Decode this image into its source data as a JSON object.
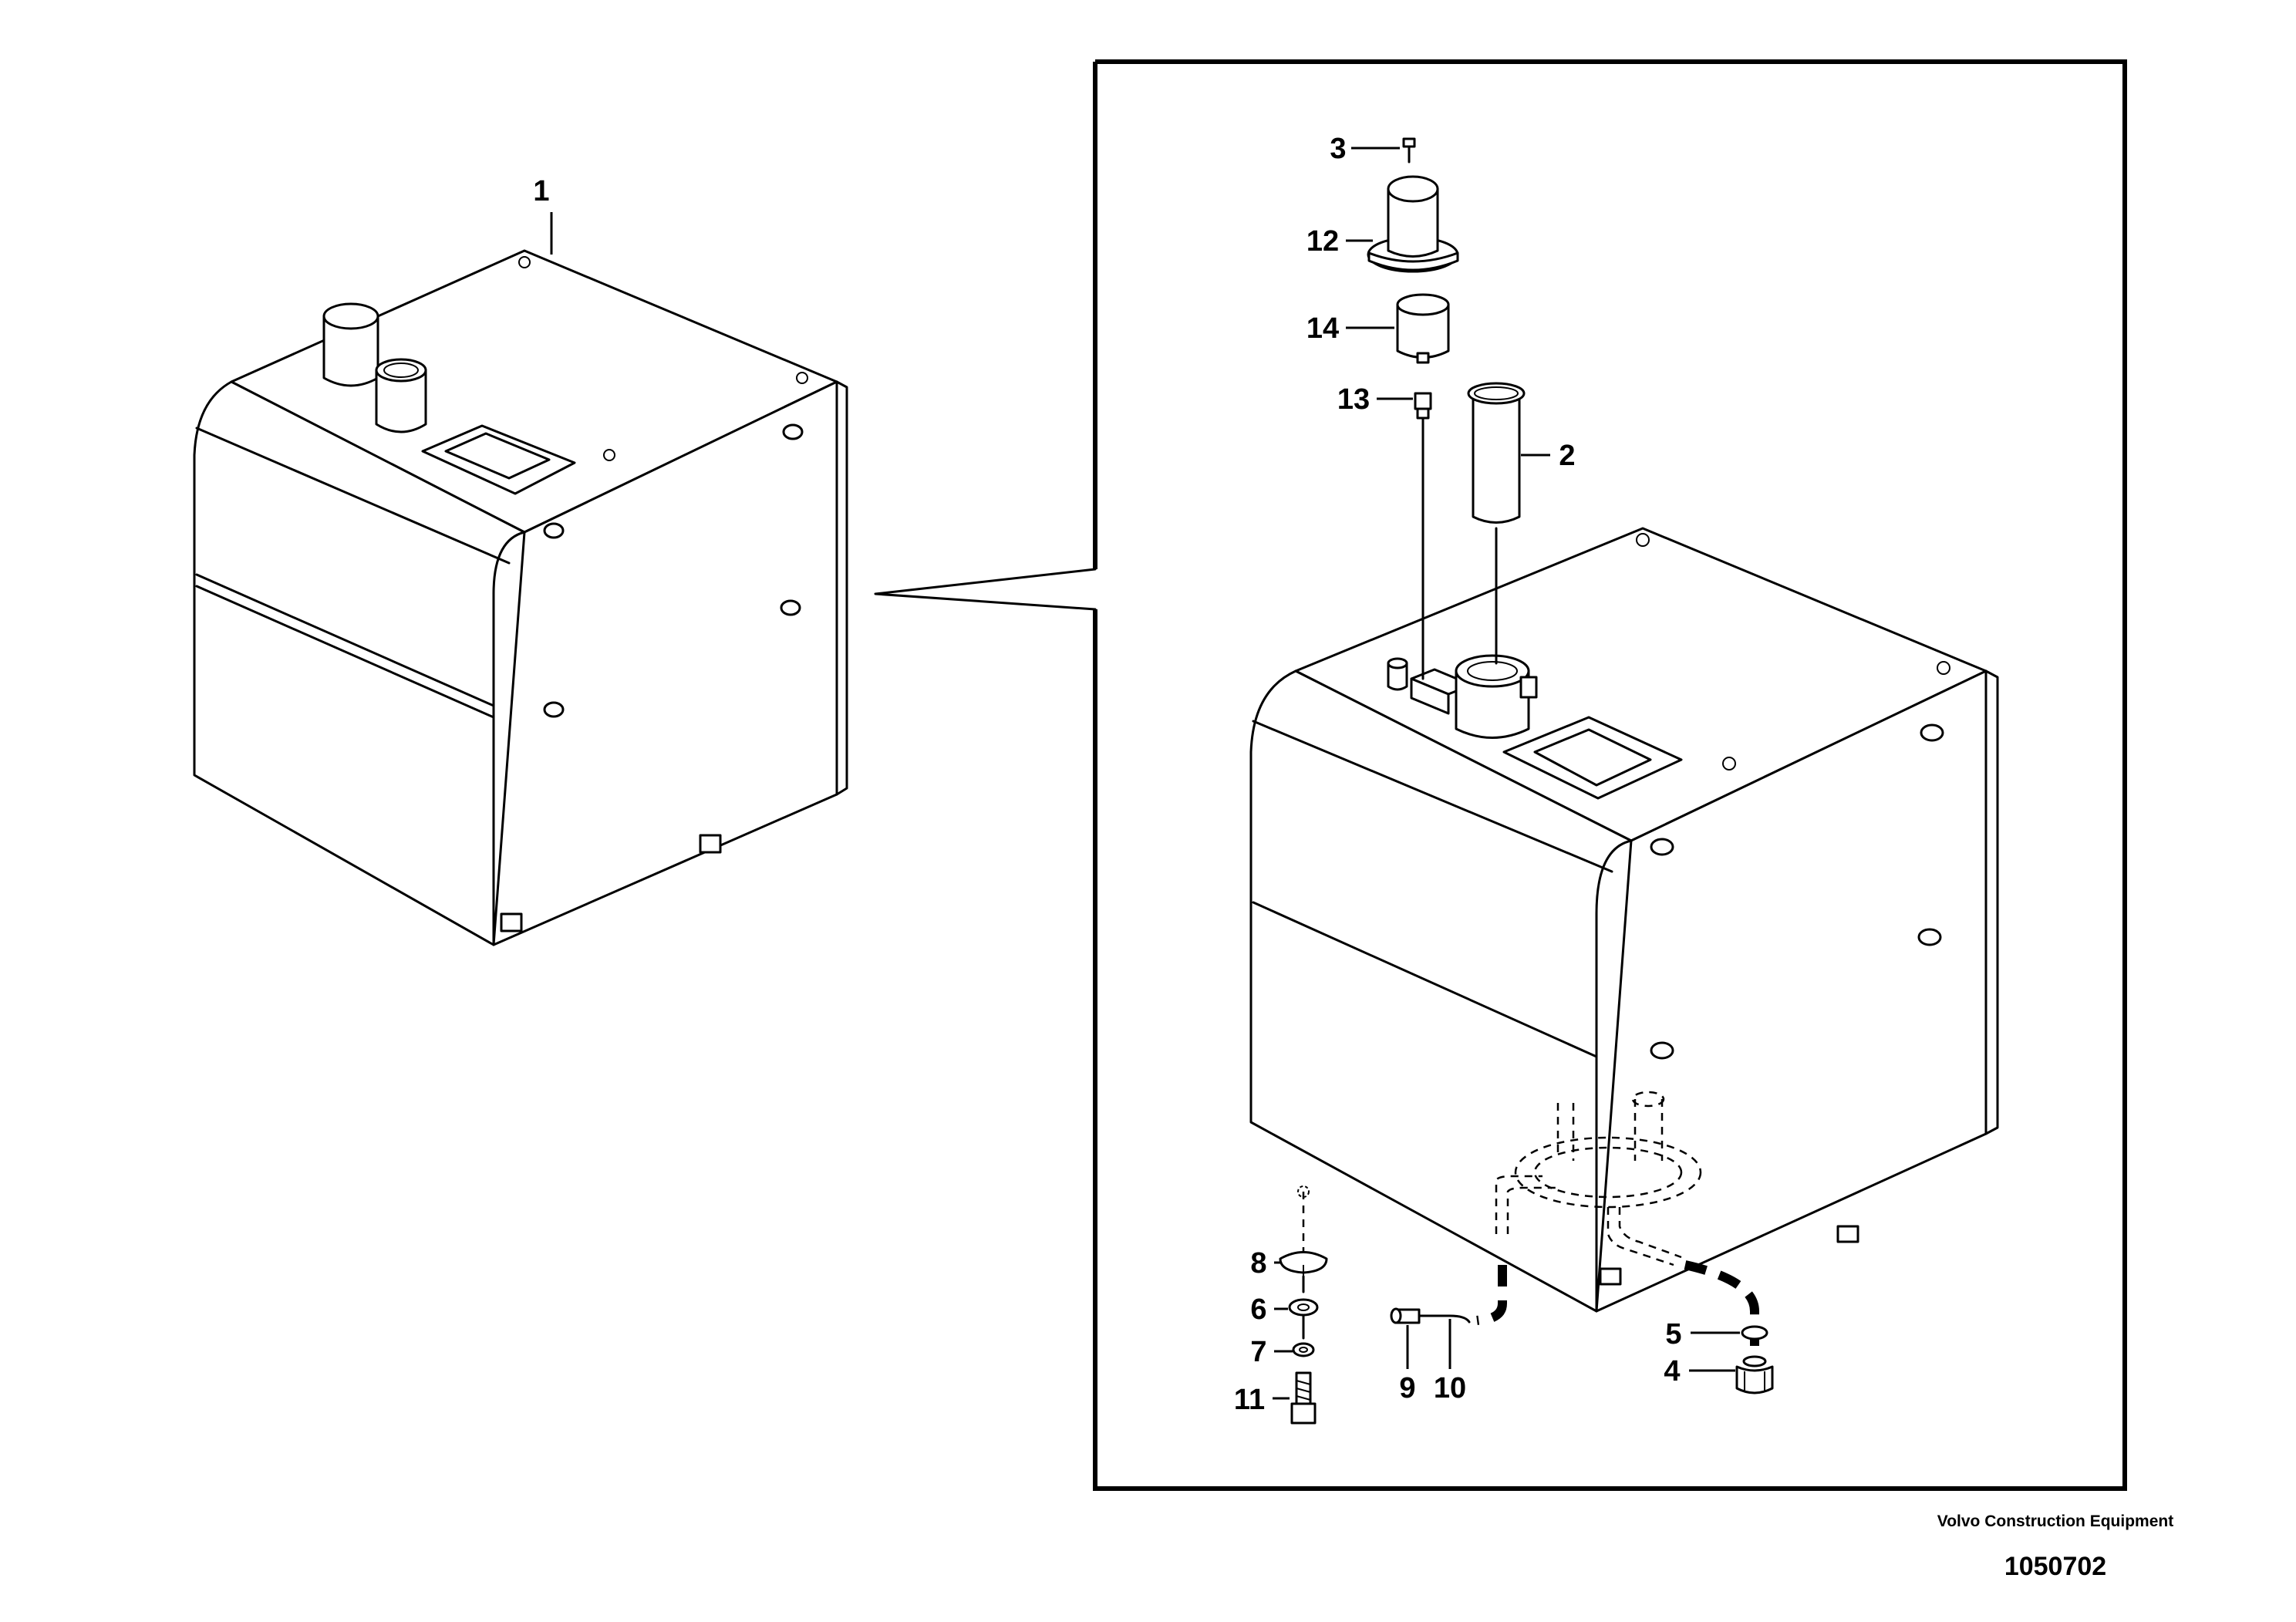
{
  "callouts": {
    "c1": "1",
    "c2": "2",
    "c3": "3",
    "c4": "4",
    "c5": "5",
    "c6": "6",
    "c7": "7",
    "c8": "8",
    "c9": "9",
    "c10": "10",
    "c11": "11",
    "c12": "12",
    "c13": "13",
    "c14": "14"
  },
  "brand": {
    "name": "Volvo Construction Equipment",
    "drawing_number": "1050702"
  }
}
